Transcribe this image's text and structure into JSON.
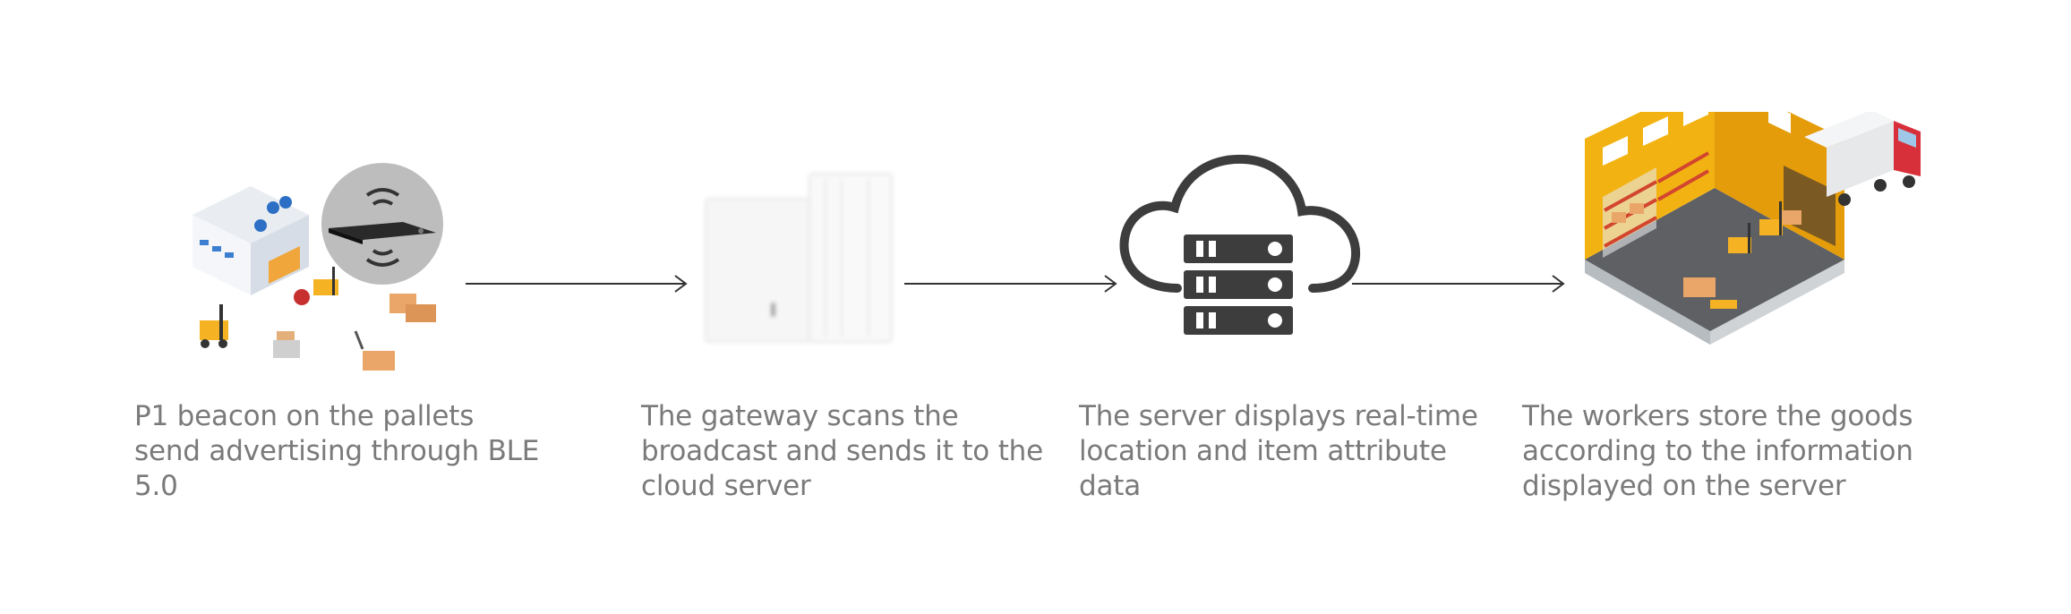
{
  "steps": [
    {
      "id": "beacon",
      "icon": "warehouse-beacon-icon",
      "caption_lines": [
        "P1 beacon on the pallets",
        "send advertising through BLE",
        "5.0"
      ]
    },
    {
      "id": "gateway",
      "icon": "gateway-device-icon",
      "caption_lines": [
        "The gateway scans the",
        "broadcast and sends it to the",
        "cloud server"
      ]
    },
    {
      "id": "server",
      "icon": "cloud-server-icon",
      "caption_lines": [
        "The server displays real-time",
        "location and item attribute",
        "data"
      ]
    },
    {
      "id": "workers",
      "icon": "warehouse-storage-icon",
      "caption_lines": [
        "The workers store the goods",
        "according to the information",
        "displayed on the server"
      ]
    }
  ],
  "colors": {
    "caption_text": "#7a7a7a",
    "arrow": "#333333",
    "cloud": "#3d3d3d",
    "warehouse_wall": "#f2b312",
    "truck_cab": "#d8303a"
  }
}
